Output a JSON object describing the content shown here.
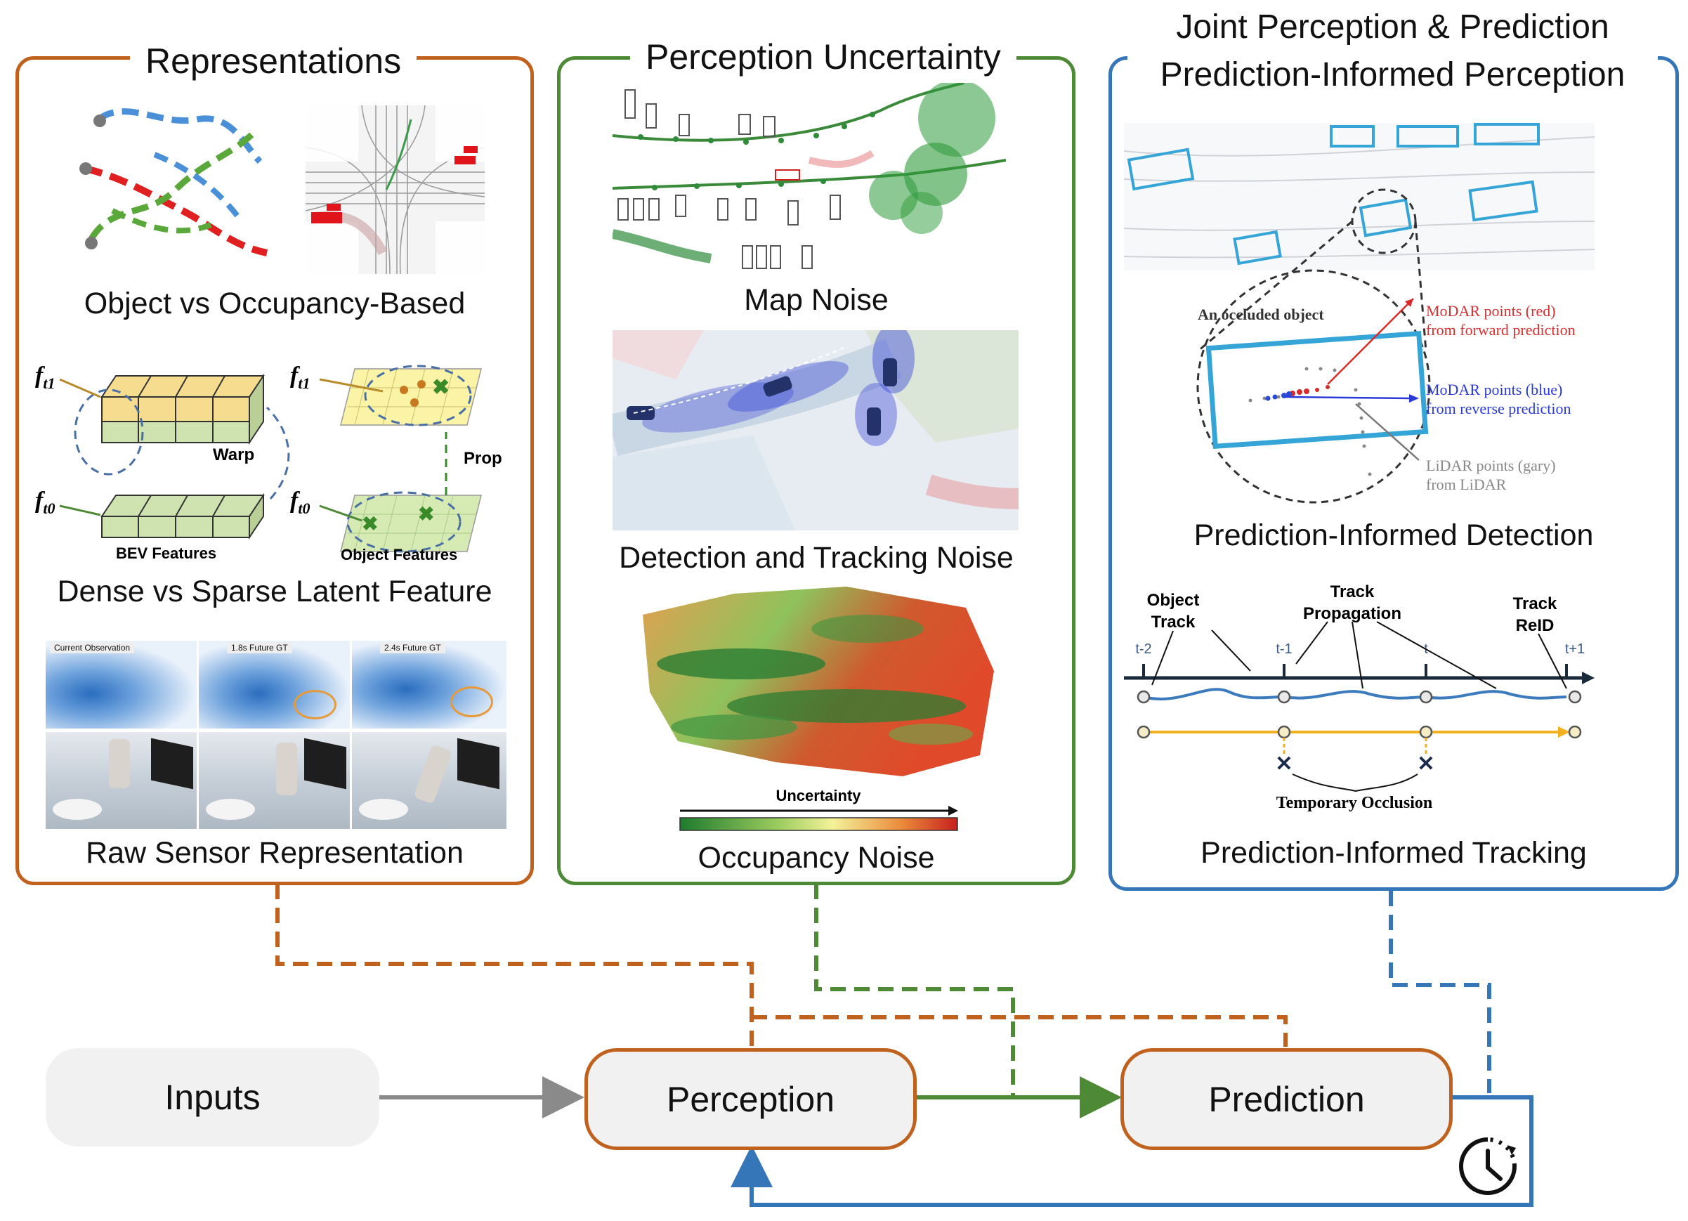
{
  "colors": {
    "orange": "#C0611E",
    "green": "#4E8A36",
    "blue": "#3576B8",
    "gray_arrow": "#8a8a8a",
    "node_fill": "#f1f1f1"
  },
  "representations": {
    "title": "Representations",
    "caption_object_occupancy": "Object vs Occupancy-Based",
    "caption_dense_sparse": "Dense vs Sparse Latent Feature",
    "caption_raw_sensor": "Raw Sensor Representation",
    "feature_t1": "f",
    "feature_t1_sub": "t1",
    "feature_t0": "f",
    "feature_t0_sub": "t0",
    "warp_label": "Warp",
    "prop_label": "Prop",
    "bev_features_label": "BEV Features",
    "object_features_label": "Object Features",
    "frame_labels": [
      "Current Observation",
      "1.8s Future GT",
      "2.4s Future GT"
    ]
  },
  "perception_uncertainty": {
    "title": "Perception Uncertainty",
    "caption_map": "Map Noise",
    "caption_detection": "Detection and Tracking Noise",
    "caption_occupancy": "Occupancy Noise",
    "uncertainty_label": "Uncertainty"
  },
  "joint": {
    "title_line1": "Joint Perception & Prediction",
    "title_line2": "Prediction-Informed Perception",
    "occluded_label": "An occluded object",
    "modar_red_line1": "MoDAR points (red)",
    "modar_red_line2": "from forward prediction",
    "modar_blue_line1": "MoDAR points (blue)",
    "modar_blue_line2": "from reverse prediction",
    "lidar_line1": "LiDAR points (gary)",
    "lidar_line2": "from LiDAR",
    "caption_detection": "Prediction-Informed Detection",
    "object_track_line1": "Object",
    "object_track_line2": "Track",
    "track_prop_line1": "Track",
    "track_prop_line2": "Propagation",
    "track_reid_line1": "Track",
    "track_reid_line2": "ReID",
    "time_ticks": [
      "t-2",
      "t-1",
      "t",
      "t+1"
    ],
    "temporary_occlusion": "Temporary Occlusion",
    "caption_tracking": "Prediction-Informed Tracking"
  },
  "pipeline": {
    "inputs": "Inputs",
    "perception": "Perception",
    "prediction": "Prediction",
    "clock_icon": "clock-icon"
  }
}
